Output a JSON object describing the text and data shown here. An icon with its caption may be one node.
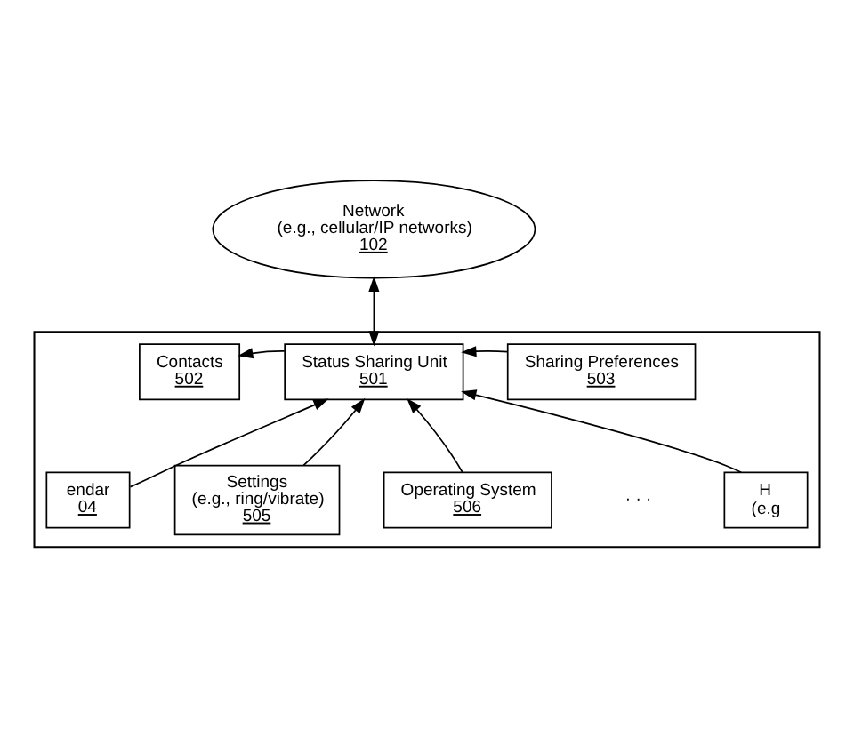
{
  "diagram": {
    "nodes": [
      {
        "text": [
          "Network",
          "(e.g., cellular/IP networks)",
          "102"
        ]
      },
      {
        "text": [],
        "shape": "box"
      },
      {
        "text": [
          "Contacts",
          "502"
        ],
        "in": 1
      },
      {
        "text": [
          "Status Sharing Unit",
          "501"
        ],
        "in": 1
      },
      {
        "text": [
          "Sharing Preferences",
          "503"
        ],
        "in": 1
      },
      {
        "text": [
          "endar",
          "04"
        ],
        "in": 1
      },
      {
        "text": [
          "Settings",
          "(e.g., ring/vibrate)",
          "505"
        ],
        "in": 1
      },
      {
        "text": [
          "Operating System",
          "506"
        ],
        "in": 1
      },
      {
        "text": [
          "H",
          "(e.g"
        ],
        "in": 1
      }
    ],
    "edges": [
      {
        "from": 0,
        "to": 3,
        "arrow": "both"
      },
      {
        "from": 3,
        "to": 2,
        "arrow": "to"
      },
      {
        "from": 4,
        "to": 3,
        "arrow": "to"
      },
      {
        "from": 5,
        "to": 3,
        "arrow": "to"
      },
      {
        "from": 6,
        "to": 3,
        "arrow": "to"
      },
      {
        "from": 7,
        "to": 3,
        "arrow": "to"
      },
      {
        "from": 8,
        "to": 3,
        "arrow": "to"
      }
    ],
    "labels": [
      "· · ·"
    ]
  }
}
